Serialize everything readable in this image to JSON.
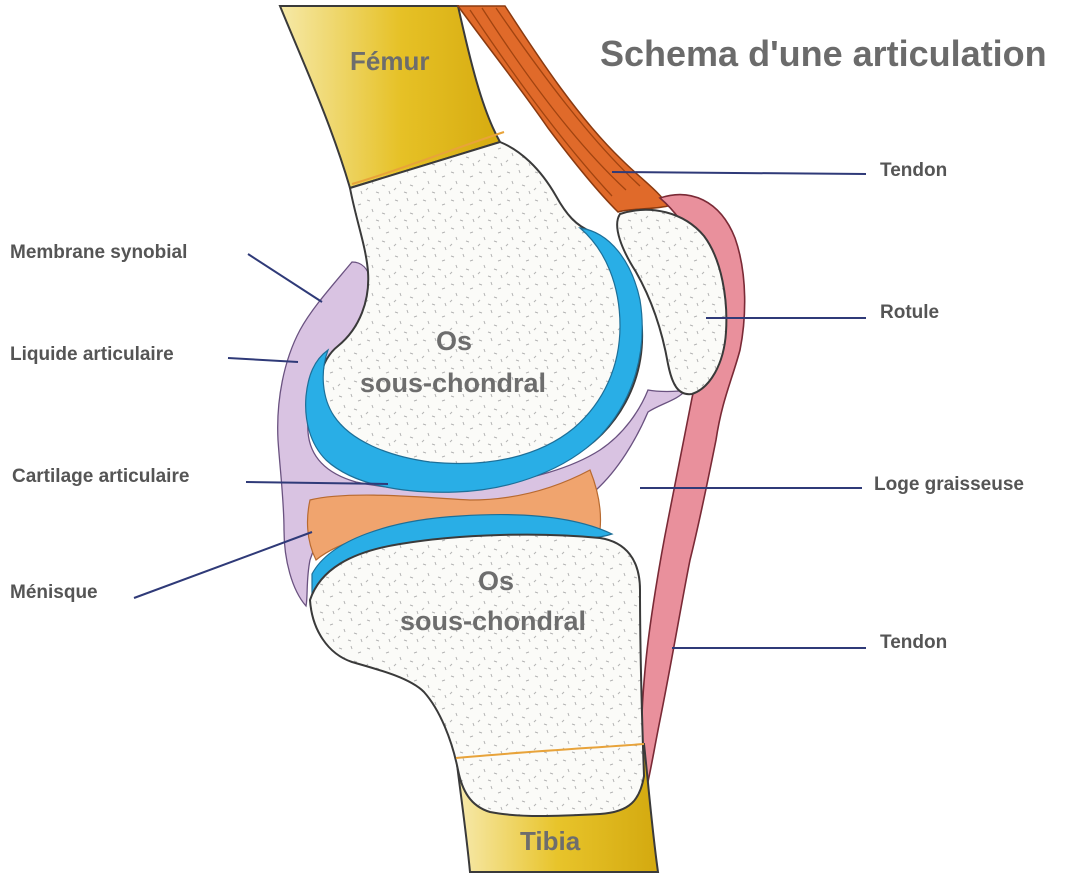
{
  "title": "Schema d'une articulation",
  "bones": {
    "femur": "Fémur",
    "tibia": "Tibia",
    "upper_os_line1": "Os",
    "upper_os_line2": "sous-chondral",
    "lower_os_line1": "Os",
    "lower_os_line2": "sous-chondral"
  },
  "labels": {
    "membrane": "Membrane synobial",
    "liquide": "Liquide articulaire",
    "cartilage": "Cartilage articulaire",
    "menisque": "Ménisque",
    "tendon_top": "Tendon",
    "rotule": "Rotule",
    "loge": "Loge graisseuse",
    "tendon_bottom": "Tendon"
  },
  "colors": {
    "shaft": "#e8c62e",
    "shaft_light": "#f7e9a6",
    "bone": "#fbfbf8",
    "speckle": "#b8b8b8",
    "cartilage": "#29aee6",
    "synovial": "#d9c3e2",
    "meniscus": "#f0a46e",
    "muscle": "#e06a2a",
    "tendon": "#e9909c",
    "growth_line": "#e8a33a"
  }
}
